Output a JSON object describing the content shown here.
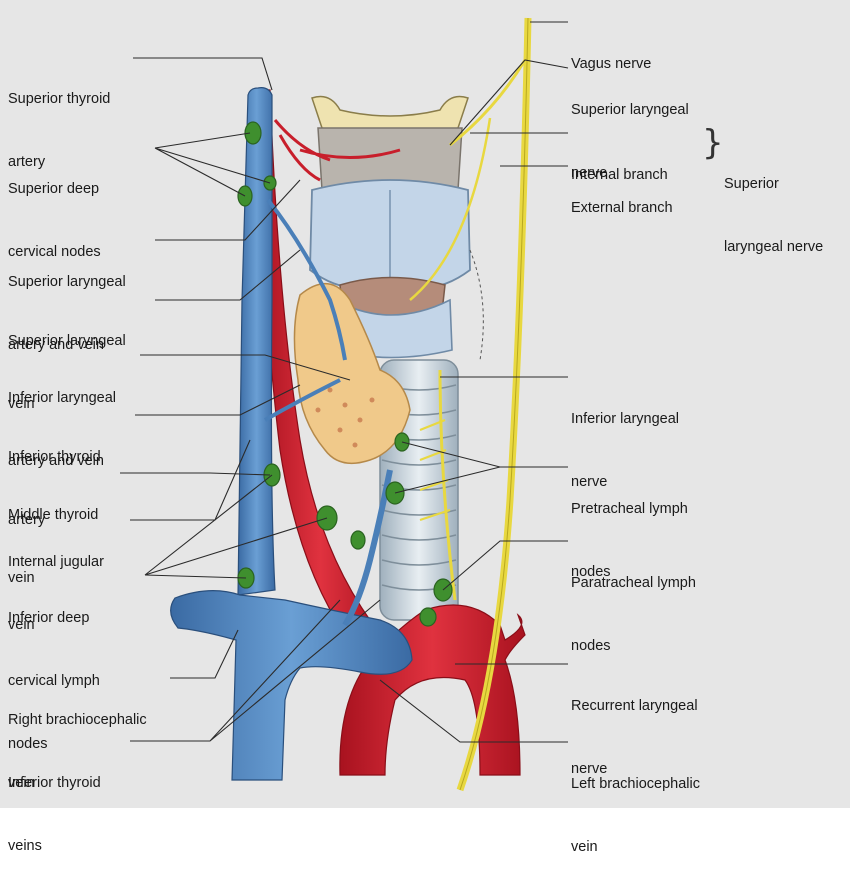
{
  "labels": {
    "superior_thyroid_artery": [
      "Superior thyroid",
      "artery"
    ],
    "superior_deep_cervical_nodes": [
      "Superior deep",
      "cervical nodes"
    ],
    "superior_laryngeal_artery_vein": [
      "Superior laryngeal",
      "artery and vein"
    ],
    "superior_laryngeal_vein": [
      "Superior laryngeal",
      "vein"
    ],
    "inferior_laryngeal_artery_vein": [
      "Inferior laryngeal",
      "artery and vein"
    ],
    "inferior_thyroid_artery": [
      "Inferior thyroid",
      "artery"
    ],
    "middle_thyroid_vein": [
      "Middle thyroid",
      "vein"
    ],
    "internal_jugular_vein": [
      "Internal jugular",
      "vein"
    ],
    "inferior_deep_cervical_lymph_nodes": [
      "Inferior deep",
      "cervical lymph",
      "nodes"
    ],
    "right_brachiocephalic_vein": [
      "Right brachiocephalic",
      "vein"
    ],
    "inferior_thyroid_veins": [
      "Inferior thyroid",
      "veins"
    ],
    "vagus_nerve": [
      "Vagus nerve"
    ],
    "superior_laryngeal_nerve": [
      "Superior laryngeal",
      "nerve"
    ],
    "internal_branch": [
      "Internal branch"
    ],
    "external_branch": [
      "External branch"
    ],
    "superior_laryngeal_nerve_group": [
      "Superior",
      "laryngeal nerve"
    ],
    "inferior_laryngeal_nerve": [
      "Inferior laryngeal",
      "nerve"
    ],
    "pretracheal_lymph_nodes": [
      "Pretracheal lymph",
      "nodes"
    ],
    "paratracheal_lymph_nodes": [
      "Paratracheal lymph",
      "nodes"
    ],
    "recurrent_laryngeal_nerve": [
      "Recurrent laryngeal",
      "nerve"
    ],
    "left_brachiocephalic_vein": [
      "Left brachiocephalic",
      "vein"
    ]
  },
  "colors": {
    "background": "#e6e6e6",
    "vein": "#4a7fb8",
    "artery": "#c81e2b",
    "nerve": "#e8d840",
    "lymph_node": "#3f8f2e",
    "thyroid": "#f0c98a",
    "cartilage": "#b8cce0",
    "trachea": "#c9d5de",
    "leader_line": "#2b2b2b"
  }
}
